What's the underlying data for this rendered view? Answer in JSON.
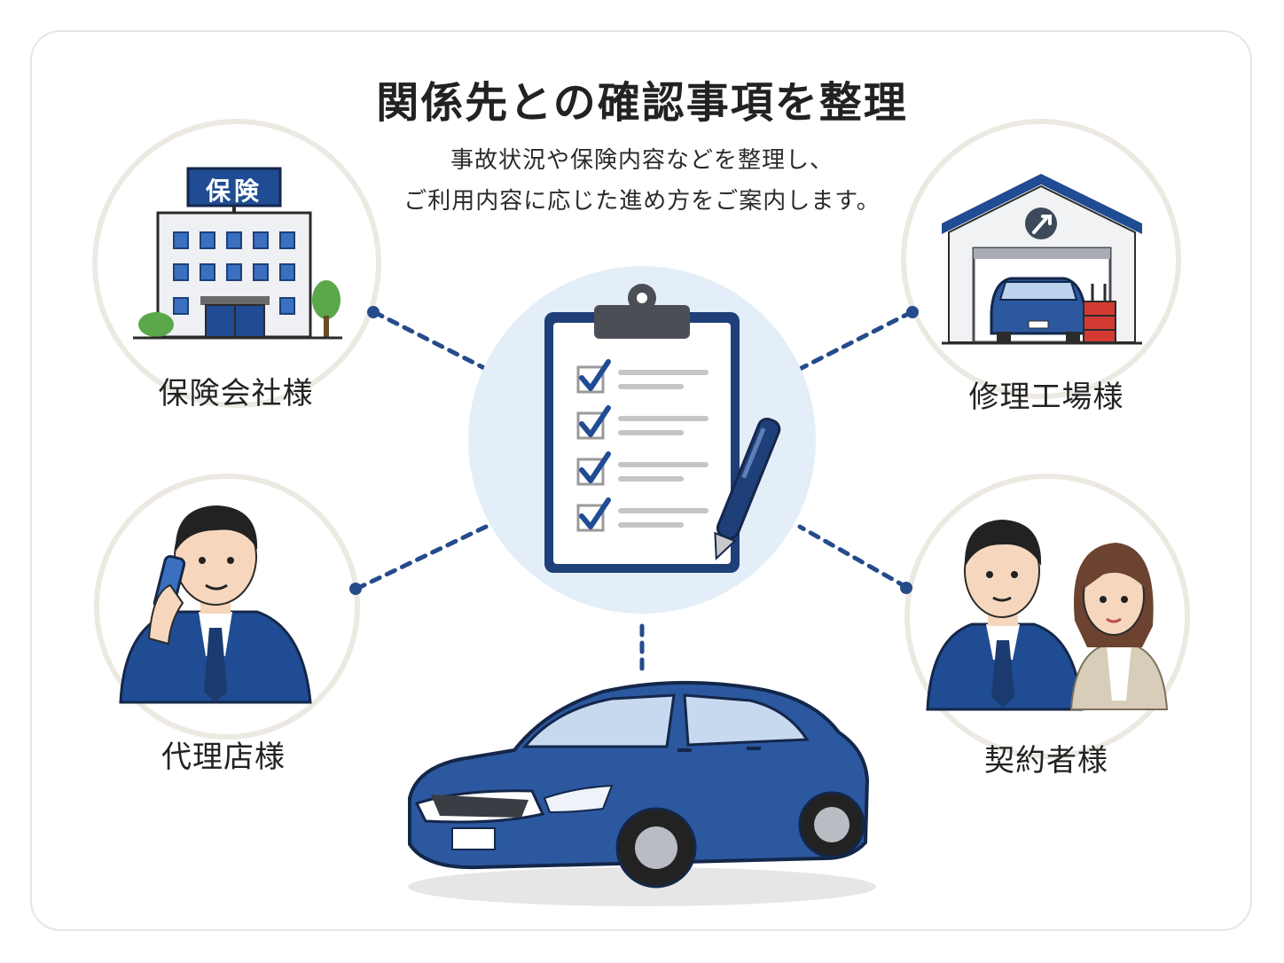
{
  "title": "関係先との確認事項を整理",
  "subtitle_lines": [
    "事故状況や保険内容などを整理し、",
    "ご利用内容に応じた進め方をご案内します。"
  ],
  "nodes": {
    "insurance": {
      "label": "保険会社様",
      "sign": "保険",
      "icon": "insurance-company-building"
    },
    "repair_shop": {
      "label": "修理工場様",
      "icon": "repair-garage"
    },
    "agency": {
      "label": "代理店様",
      "icon": "agent-on-phone"
    },
    "policyholder": {
      "label": "契約者様",
      "icon": "policyholder-couple"
    }
  },
  "center": {
    "icon": "checklist-clipboard"
  },
  "bottom": {
    "icon": "blue-sedan-car"
  },
  "colors": {
    "navy": "#1f3f78",
    "blue": "#2c58a0",
    "dot_line": "#254b8a",
    "circle_ring": "#ece9e2",
    "center_bg": "#e3eef8"
  }
}
